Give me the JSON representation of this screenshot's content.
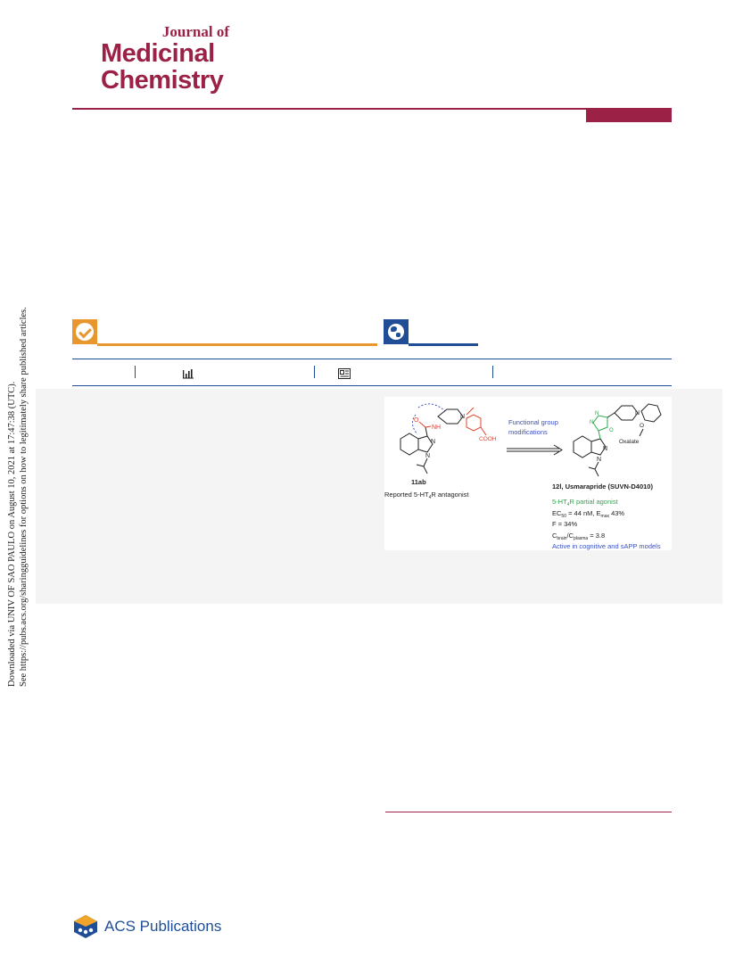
{
  "journal": {
    "line1": "Journal of",
    "line2": "Medicinal",
    "line3": "Chemistry",
    "brand_color": "#9b2246"
  },
  "side_note": {
    "line1": "Downloaded via UNIV OF SAO PAULO on August 10, 2021 at 17:47:38 (UTC).",
    "line2": "See https://pubs.acs.org/sharingguidelines for options on how to legitimately share published articles."
  },
  "badges": {
    "orange": {
      "icon": "check-icon",
      "color": "#e8972e"
    },
    "blue": {
      "icon": "globe-icon",
      "color": "#1f4e96"
    }
  },
  "metrics_bar": {
    "icons": [
      "bar-chart-icon",
      "article-icon"
    ],
    "color": "#1f4e96"
  },
  "toc": {
    "left_compound": "11ab",
    "left_caption_prefix": "Reported 5-HT",
    "left_caption_sub": "4",
    "left_caption_suffix": "R antagonist",
    "arrow_label_1": "Functional group",
    "arrow_label_2": "modifications",
    "salt_label": "Oxalate",
    "cooh": "COOH",
    "nh": "NH",
    "right_compound": "12l, Usmarapride (SUVN-D4010)",
    "activity_prefix": "5-HT",
    "activity_sub": "4",
    "activity_suffix": "R partial agonist",
    "ec50_prefix": "EC",
    "ec50_sub": "50",
    "ec50_mid": " = 44 nM, E",
    "emax_sub": "max",
    "emax_value": " 43%",
    "bioavailability": "F = 34%",
    "brain_prefix": "C",
    "brain_sub": "brain",
    "brain_mid": "/C",
    "plasma_sub": "plasma",
    "brain_value": " = 3.8",
    "efficacy": "Active in cognitive and sAPP models"
  },
  "footer": {
    "publisher": "ACS Publications",
    "logo_icon": "acs-hexagon-icon"
  }
}
